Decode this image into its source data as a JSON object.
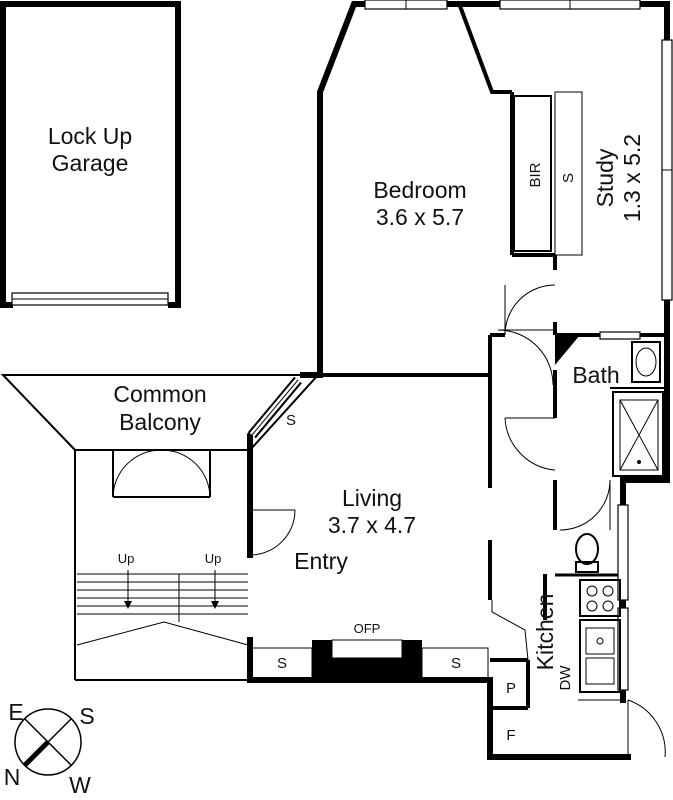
{
  "rooms": {
    "garage": {
      "line1": "Lock Up",
      "line2": "Garage"
    },
    "bedroom": {
      "name": "Bedroom",
      "size": "3.6 x 5.7"
    },
    "study": {
      "name": "Study",
      "size": "1.3 x 5.2"
    },
    "balcony": {
      "line1": "Common",
      "line2": "Balcony"
    },
    "living": {
      "name": "Living",
      "size": "3.7 x 4.7"
    },
    "entry": {
      "name": "Entry"
    },
    "bath": {
      "name": "Bath"
    },
    "kitchen": {
      "name": "Kitchen"
    }
  },
  "fixtures": {
    "bir": "BIR",
    "shelf": "S",
    "ofp": "OFP",
    "dw": "DW",
    "pantry": "P",
    "fridge": "F"
  },
  "stairs": {
    "up": "Up"
  },
  "compass": {
    "n": "N",
    "e": "E",
    "s": "S",
    "w": "W"
  }
}
